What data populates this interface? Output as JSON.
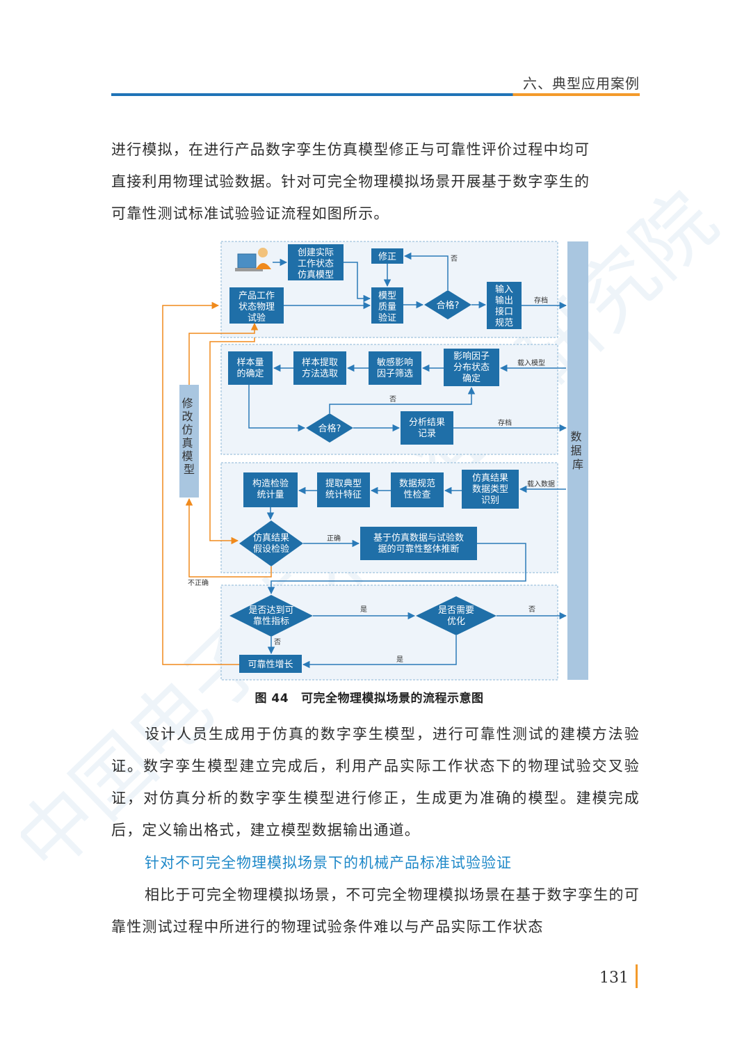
{
  "header": {
    "title": "六、典型应用案例"
  },
  "paragraph1": {
    "lines": [
      "进行模拟，在进行产品数字孪生仿真模型修正与可靠性评价过程中均可",
      "直接利用物理试验数据。针对可完全物理模拟场景开展基于数字孪生的",
      "可靠性测试标准试验验证流程如图所示。"
    ]
  },
  "diagram": {
    "box_create_model": [
      "创建实际",
      "工作状态",
      "仿真模型"
    ],
    "box_physical_test": [
      "产品工作",
      "状态物理",
      "试验"
    ],
    "box_correct": "修正",
    "box_model_check": [
      "模型",
      "质量",
      "验证"
    ],
    "decision_pass1": "合格?",
    "label_no1": "否",
    "box_output": [
      "输入",
      "输出",
      "接口",
      "规范"
    ],
    "label_archive1": "存档",
    "box_sample_size": [
      "样本量",
      "的确定"
    ],
    "box_sample_method": [
      "样本提取",
      "方法选取"
    ],
    "box_sensitivity": [
      "敏感影响",
      "因子筛选"
    ],
    "box_factor_dist": [
      "影响因子",
      "分布状态",
      "确定"
    ],
    "label_load_model": "载入模型",
    "label_no2": "否",
    "decision_pass2": "合格?",
    "box_analysis_record": [
      "分析结果",
      "记录"
    ],
    "label_archive2": "存档",
    "box_modify_model": [
      "修",
      "改",
      "仿",
      "真",
      "模",
      "型"
    ],
    "box_database": [
      "数",
      "据",
      "库"
    ],
    "box_construct_stat": [
      "构造检验",
      "统计量"
    ],
    "box_extract_feature": [
      "提取典型",
      "统计特征"
    ],
    "box_data_norm": [
      "数据规范",
      "性检查"
    ],
    "box_sim_type": [
      "仿真结果",
      "数据类型",
      "识别"
    ],
    "label_load_data": "载入数据",
    "decision_hypothesis": [
      "仿真结果",
      "假设检验"
    ],
    "label_correct": "正确",
    "box_reliability_infer": [
      "基于仿真数据与试验数",
      "据的可靠性整体推断"
    ],
    "label_incorrect": "不正确",
    "decision_target": [
      "是否达到可",
      "靠性指标"
    ],
    "label_yes1": "是",
    "decision_optimize": [
      "是否需要",
      "优化"
    ],
    "label_no3": "否",
    "label_no4": "否",
    "box_reliability_growth": "可靠性增长",
    "label_yes2": "是"
  },
  "caption": {
    "number": "图 44",
    "text": "可完全物理模拟场景的流程示意图"
  },
  "paragraph2": {
    "text": "设计人员生成用于仿真的数字孪生模型，进行可靠性测试的建模方法验证。数字孪生模型建立完成后，利用产品实际工作状态下的物理试验交叉验证，对仿真分析的数字孪生模型进行修正，生成更为准确的模型。建模完成后，定义输出格式，建立模型数据输出通道。"
  },
  "subheading": {
    "text": "针对不可完全物理模拟场景下的机械产品标准试验验证"
  },
  "paragraph3": {
    "text": "相比于可完全物理模拟场景，不可完全物理模拟场景在基于数字孪生的可靠性测试过程中所进行的物理试验条件难以与产品实际工作状态"
  },
  "footer": {
    "page_number": "131"
  },
  "watermark": {
    "text": "中国电子技术标准化研究院"
  },
  "colors": {
    "box": "#1f6fa8",
    "arrow_blue": "#2a7ab8",
    "arrow_orange": "#f08a1c",
    "panel_border": "#8bb6d6",
    "panel_fill": "#eef4fa",
    "db_fill": "#a9c6e0",
    "accent_line": "#1f73b7",
    "accent_orange": "#f39a2b",
    "subheading": "#1e88c8"
  }
}
